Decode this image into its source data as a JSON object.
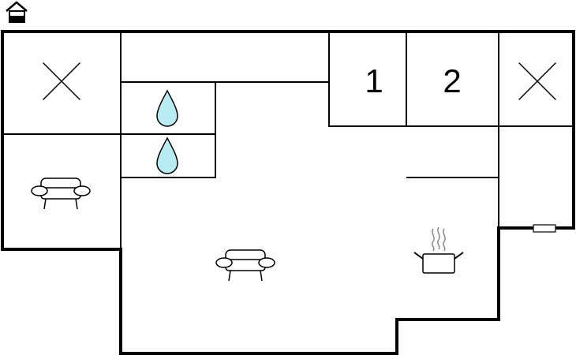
{
  "plan": {
    "rooms": [
      {
        "id": "bedroom-1",
        "label": "1"
      },
      {
        "id": "bedroom-2",
        "label": "2"
      }
    ],
    "icons": {
      "entrance": "house-entrance-icon",
      "sofa": "sofa-icon",
      "water": "water-drop-icon",
      "cooking": "cooking-pot-icon",
      "unused_room": "cross-icon",
      "heater": "radiator-icon"
    },
    "colors": {
      "wall": "#000000",
      "background": "#ffffff",
      "water_fill": "#b8ecf3"
    }
  }
}
